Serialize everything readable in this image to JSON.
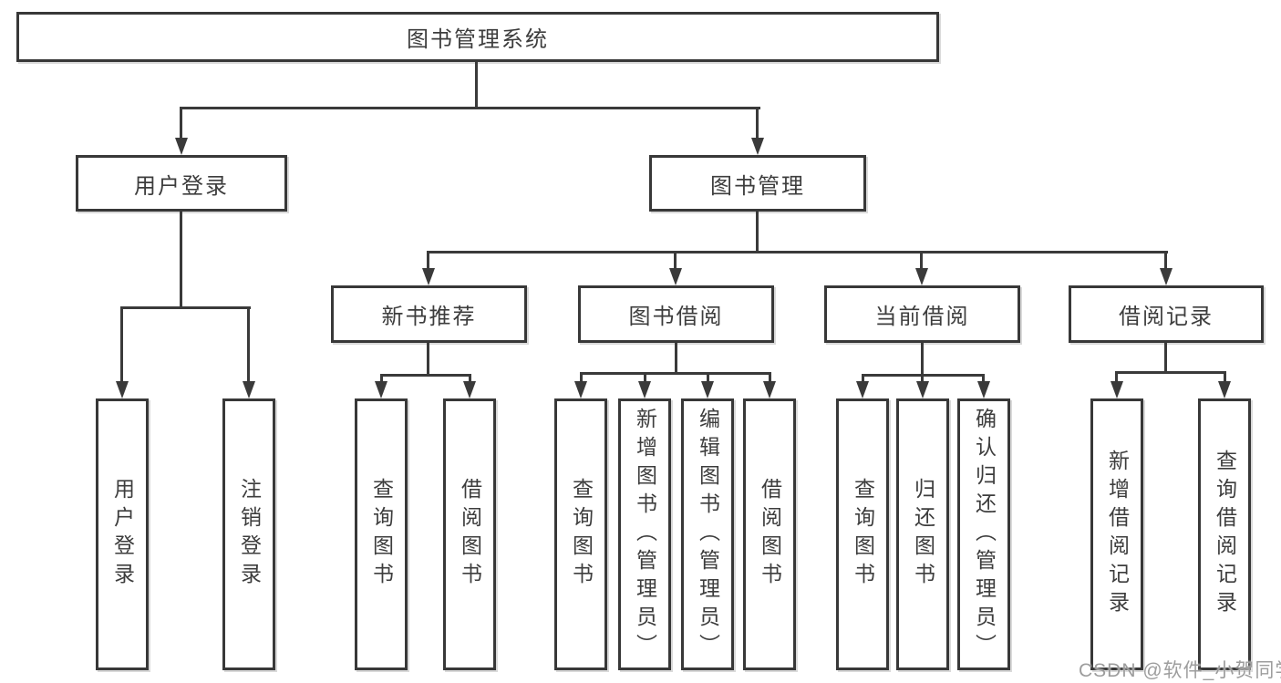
{
  "diagram": {
    "root": {
      "label": "图书管理系统"
    },
    "level2": {
      "user_login": {
        "label": "用户登录"
      },
      "book_management": {
        "label": "图书管理"
      }
    },
    "level3": {
      "new_books": {
        "label": "新书推荐"
      },
      "book_borrow": {
        "label": "图书借阅"
      },
      "current_borrow": {
        "label": "当前借阅"
      },
      "borrow_records": {
        "label": "借阅记录"
      }
    },
    "leaves": {
      "user_login": [
        "用户登录",
        "注销登录"
      ],
      "new_books": [
        "查询图书",
        "借阅图书"
      ],
      "book_borrow": [
        "查询图书",
        "新增图书（管理员）",
        "编辑图书（管理员）",
        "借阅图书"
      ],
      "current_borrow": [
        "查询图书",
        "归还图书",
        "确认归还（管理员）"
      ],
      "borrow_records": [
        "新增借阅记录",
        "查询借阅记录"
      ]
    }
  },
  "watermark": {
    "text": "CSDN @软件_小贺同学",
    "color": "#9d9d9d"
  },
  "colors": {
    "line": "#3a3a3a",
    "border": "#383838",
    "text": "#3d3d3d",
    "background": "#ffffff"
  }
}
